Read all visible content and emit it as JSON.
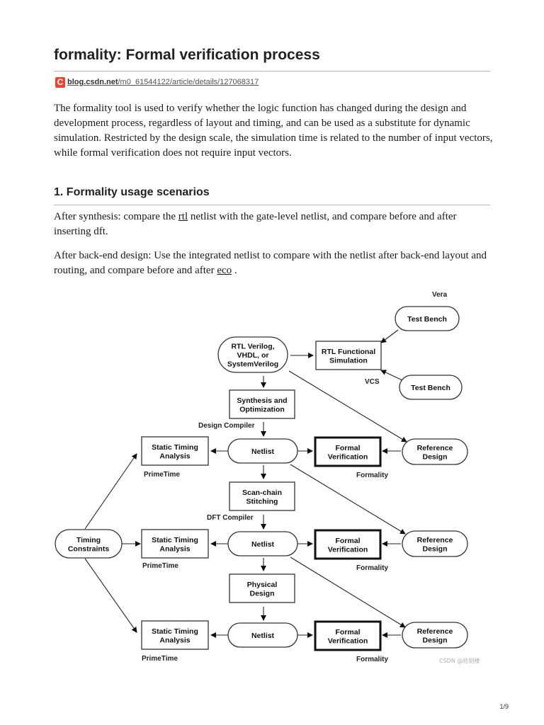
{
  "article": {
    "title": "formality: Formal verification process",
    "source": {
      "logo_letter": "C",
      "domain": "blog.csdn.net",
      "path": "/m0_61544122/article/details/127068317"
    },
    "intro": "The formality tool is used to verify whether the logic function has changed during the design and development process, regardless of layout and timing, and can be used as a substitute for dynamic simulation. Restricted by the design scale, the simulation time is related to the number of input vectors, while formal verification does not require input vectors.",
    "section1": {
      "heading": "1. Formality usage scenarios",
      "para1": {
        "before": "After synthesis: compare the ",
        "link": "rtl",
        "after": " netlist with the gate-level netlist, and compare before and after inserting dft."
      },
      "para2": {
        "before": "After back-end design: Use the integrated netlist to compare with the netlist after back-end layout and routing, and compare before and after ",
        "link": "eco",
        "after": " ."
      }
    }
  },
  "figure": {
    "nodes": {
      "rtl": [
        "RTL Verilog,",
        "VHDL, or",
        "SystemVerilog"
      ],
      "rtl_sim": [
        "RTL Functional",
        "Simulation"
      ],
      "tb1": [
        "Test Bench"
      ],
      "tb2": [
        "Test Bench"
      ],
      "synth": [
        "Synthesis and",
        "Optimization"
      ],
      "scan": [
        "Scan-chain",
        "Stitching"
      ],
      "phys": [
        "Physical",
        "Design"
      ],
      "netlist1": [
        "Netlist"
      ],
      "netlist2": [
        "Netlist"
      ],
      "netlist3": [
        "Netlist"
      ],
      "sta1": [
        "Static Timing",
        "Analysis"
      ],
      "sta2": [
        "Static Timing",
        "Analysis"
      ],
      "sta3": [
        "Static Timing",
        "Analysis"
      ],
      "fv1": [
        "Formal",
        "Verification"
      ],
      "fv2": [
        "Formal",
        "Verification"
      ],
      "fv3": [
        "Formal",
        "Verification"
      ],
      "ref1": [
        "Reference",
        "Design"
      ],
      "ref2": [
        "Reference",
        "Design"
      ],
      "ref3": [
        "Reference",
        "Design"
      ],
      "timing": [
        "Timing",
        "Constraints"
      ]
    },
    "labels": {
      "vera": "Vera",
      "vcs": "VCS",
      "dc": "Design Compiler",
      "dftc": "DFT Compiler",
      "pt1": "PrimeTime",
      "pt2": "PrimeTime",
      "pt3": "PrimeTime",
      "fm1": "Formality",
      "fm2": "Formality",
      "fm3": "Formality"
    },
    "watermark": "CSDN @拾刻楼"
  },
  "page_number": "1/9"
}
